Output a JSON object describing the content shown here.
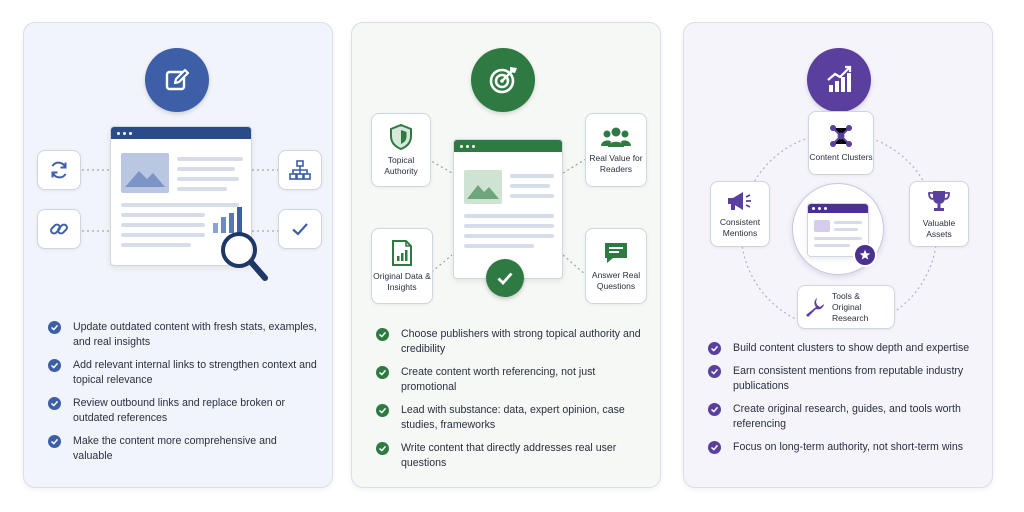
{
  "colors": {
    "blue": "#3c5fa8",
    "green": "#2f7a42",
    "purple": "#5b3f9e"
  },
  "panel1": {
    "icon": "edit-icon",
    "side_icons": [
      "refresh-icon",
      "link-icon",
      "sitemap-icon",
      "check-icon"
    ],
    "bullets": [
      "Update outdated content with fresh stats, examples, and real insights",
      "Add relevant internal links to strengthen context and topical relevance",
      "Review outbound links and replace broken or outdated references",
      "Make the content more comprehensive and valuable"
    ]
  },
  "panel2": {
    "icon": "target-icon",
    "boxes": {
      "topical_authority": "Topical Authority",
      "real_value": "Real Value for Readers",
      "original_data": "Original Data & Insights",
      "answer_questions": "Answer Real Questions"
    },
    "bullets": [
      "Choose publishers with strong topical authority and credibility",
      "Create content worth referencing, not just promotional",
      "Lead with substance: data, expert opinion, case studies, frameworks",
      "Write content that directly addresses real user questions"
    ]
  },
  "panel3": {
    "icon": "growth-chart-icon",
    "boxes": {
      "content_clusters": "Content Clusters",
      "consistent_mentions": "Consistent Mentions",
      "valuable_assets": "Valuable Assets",
      "tools_research": "Tools & Original Research"
    },
    "bullets": [
      "Build content clusters to show depth and expertise",
      "Earn consistent mentions from reputable industry publications",
      "Create original research, guides, and tools worth referencing",
      "Focus on long-term authority, not short-term wins"
    ]
  }
}
